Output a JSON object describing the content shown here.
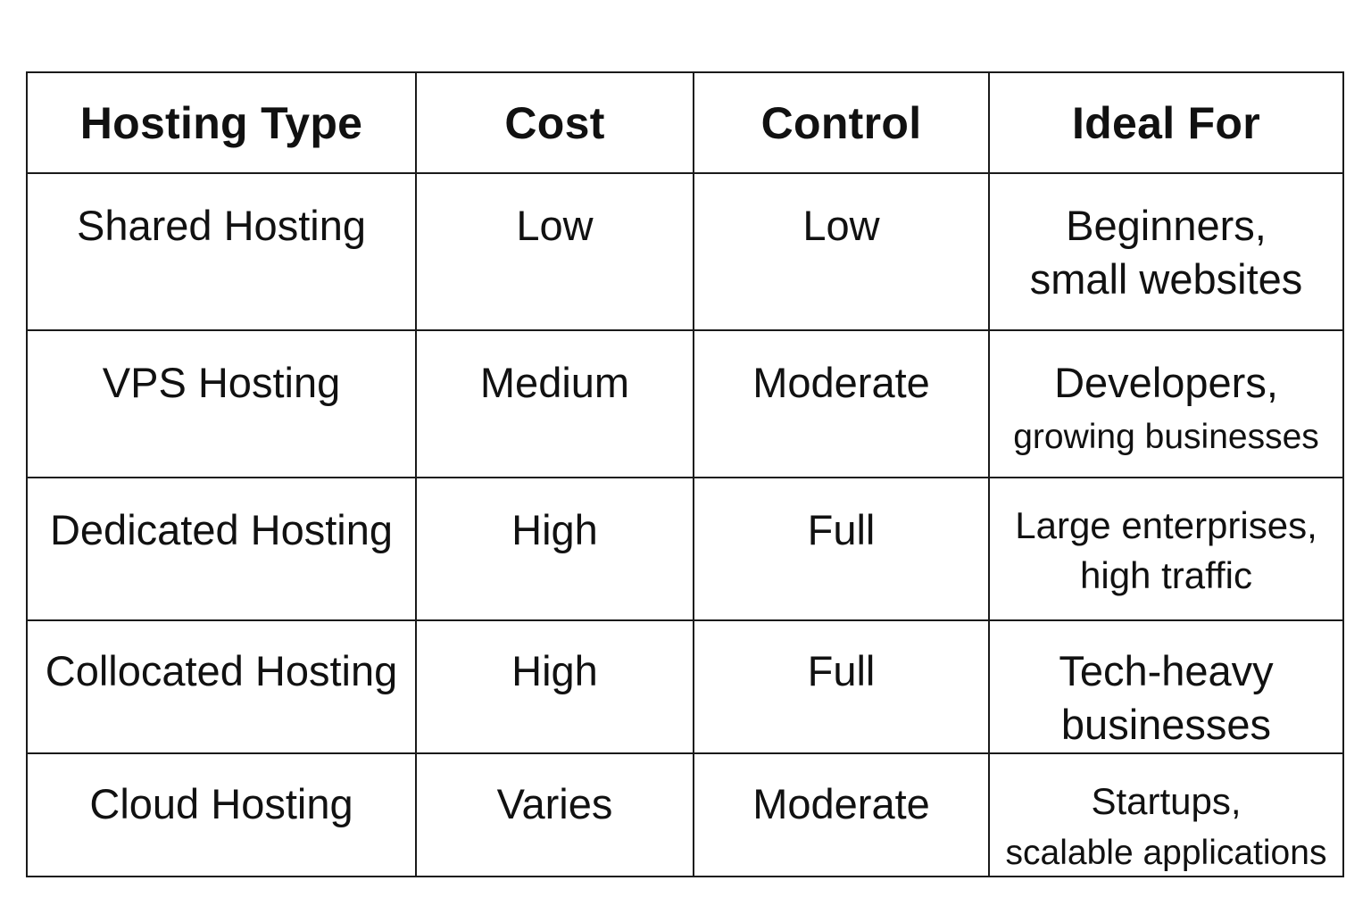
{
  "table": {
    "headers": {
      "hosting_type": "Hosting Type",
      "cost": "Cost",
      "control": "Control",
      "ideal_for": "Ideal For"
    },
    "rows": [
      {
        "hosting_type": "Shared Hosting",
        "cost": "Low",
        "control": "Low",
        "ideal_for_line1": "Beginners,",
        "ideal_for_line2": "small websites"
      },
      {
        "hosting_type": "VPS Hosting",
        "cost": "Medium",
        "control": "Moderate",
        "ideal_for_line1": "Developers,",
        "ideal_for_line2": "growing businesses"
      },
      {
        "hosting_type": "Dedicated Hosting",
        "cost": "High",
        "control": "Full",
        "ideal_for_line1": "Large enterprises,",
        "ideal_for_line2": "high traffic"
      },
      {
        "hosting_type": "Collocated Hosting",
        "cost": "High",
        "control": "Full",
        "ideal_for_line1": "Tech-heavy",
        "ideal_for_line2": "businesses"
      },
      {
        "hosting_type": "Cloud Hosting",
        "cost": "Varies",
        "control": "Moderate",
        "ideal_for_line1": "Startups,",
        "ideal_for_line2": "scalable applications"
      }
    ]
  }
}
